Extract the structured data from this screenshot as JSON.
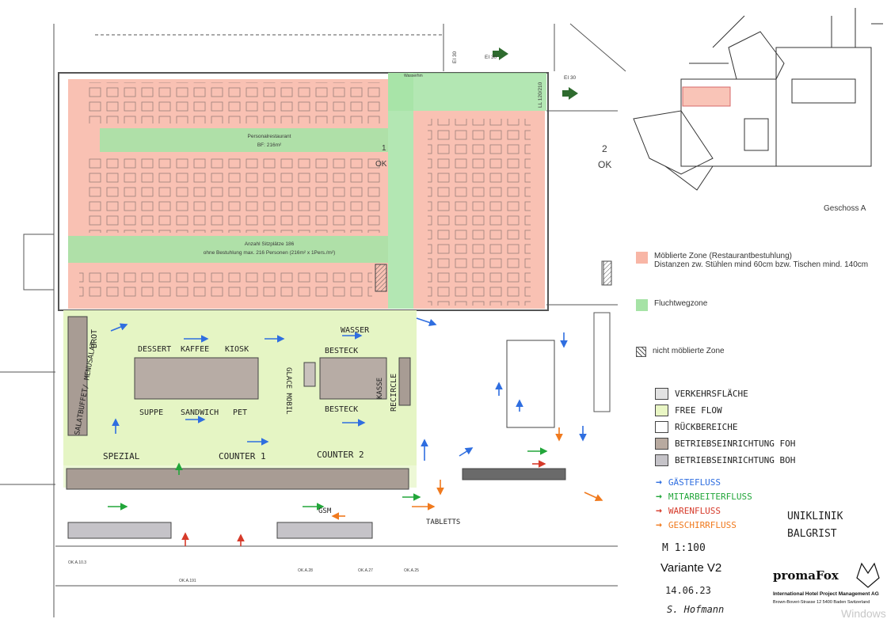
{
  "plan": {
    "room_name": "Personalrestaurant",
    "room_area": "BF: 216m²",
    "seats_line1": "Anzahl Sitzplätze 186",
    "seats_line2": "ohne Bestuhlung max. 216 Personen (216m² x 1Pers./m²)",
    "zone_labels": [
      "1",
      "OK",
      "2",
      "OK"
    ],
    "door_labels": [
      "EI 30",
      "EI 30",
      "EI 30",
      "LL 120/210"
    ],
    "top_label": "Wasserhm",
    "handwritten": {
      "wasser": "WASSER",
      "brot": "BROT",
      "salat": "SALATBUFFET/ MENUSALAT",
      "dessert": "DESSERT",
      "kaffee": "KAFFEE",
      "kiosk": "KIOSK",
      "suppe": "SUPPE",
      "sandwich": "SANDWICH",
      "pet": "PET",
      "besteck_top": "BESTECK",
      "besteck_bottom": "BESTECK",
      "glace": "GLACE MOBIL",
      "kasse": "KASSE",
      "recircle": "RECIRCLE",
      "spezial": "SPEZIAL",
      "counter1": "COUNTER 1",
      "counter2": "COUNTER 2",
      "gsm": "GSM",
      "tabletts": "TABLETTS"
    },
    "room_codes": [
      "OK.A.28",
      "OK.A.27",
      "OK.A.25",
      "OK.A.191",
      "OK.A.10.3"
    ]
  },
  "inset": {
    "caption": "Geschoss A"
  },
  "legend": {
    "moeblierte": {
      "line1": "Möblierte Zone (Restaurantbestuhlung)",
      "line2": "Distanzen zw. Stühlen mind 60cm bzw. Tischen mind. 140cm",
      "color": "#f8b6a6"
    },
    "flucht": {
      "label": "Fluchtwegzone",
      "color": "#a6e3a6"
    },
    "nicht": {
      "label": "nicht möblierte Zone"
    }
  },
  "hand_legend": {
    "items": [
      {
        "label": "VERKEHRSFLÄCHE",
        "color": "#e2e2e2"
      },
      {
        "label": "FREE FLOW",
        "color": "#e9f6c4"
      },
      {
        "label": "RÜCKBEREICHE",
        "color": "#ffffff"
      },
      {
        "label": "BETRIEBSEINRICHTUNG FOH",
        "color": "#b8aaa0"
      },
      {
        "label": "BETRIEBSEINRICHTUNG BOH",
        "color": "#c5c3c8"
      }
    ],
    "flows": [
      {
        "label": "GÄSTEFLUSS",
        "color": "#2f6ee0"
      },
      {
        "label": "MITARBEITERFLUSS",
        "color": "#22a63a"
      },
      {
        "label": "WARENFLUSS",
        "color": "#d63a2a"
      },
      {
        "label": "GESCHIRRFLUSS",
        "color": "#f07a1e"
      }
    ]
  },
  "project": {
    "client_line1": "UNIKLINIK",
    "client_line2": "BALGRIST",
    "scale": "M 1:100",
    "variant": "Variante V2",
    "date": "14.06.23",
    "signature": "S. Hofmann"
  },
  "logo": {
    "brand": "promaFox",
    "line1": "International Hotel Project Management AG",
    "line2": "Brown-Boveri-Strasse 12 5400 Baden Switzerland"
  },
  "watermark": "Windows"
}
